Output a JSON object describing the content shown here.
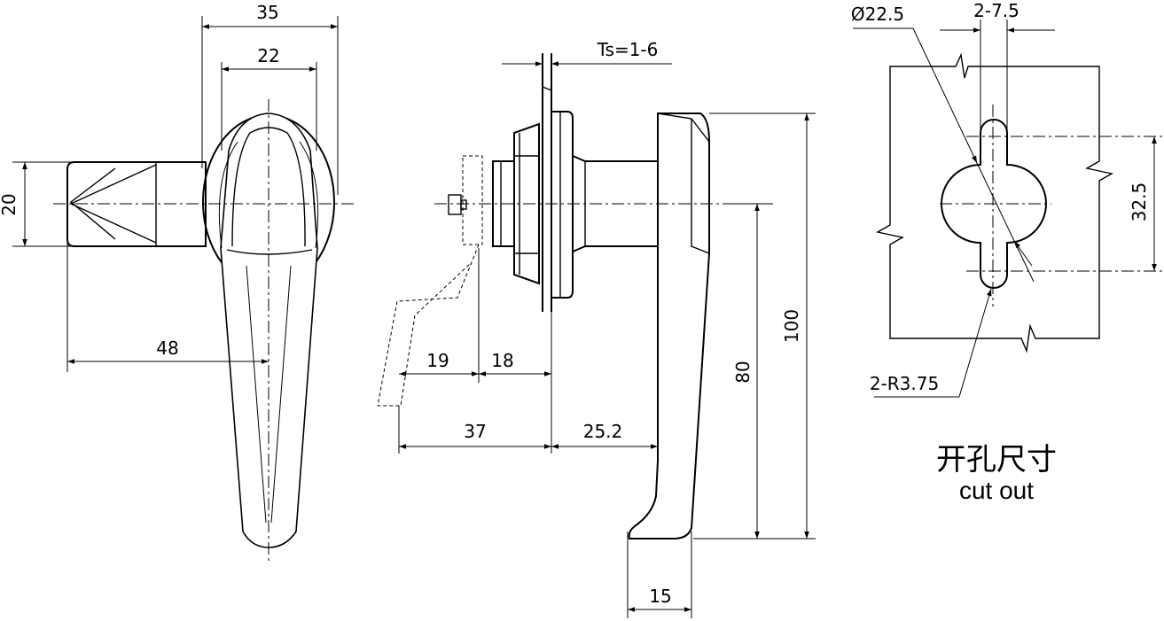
{
  "views": {
    "front": {
      "dim_width_outer": "35",
      "dim_width_inner": "22",
      "dim_height": "20",
      "dim_reach": "48"
    },
    "side": {
      "dim_ts": "Ts=1-6",
      "dim_19": "19",
      "dim_18": "18",
      "dim_37": "37",
      "dim_25_2": "25.2",
      "dim_100": "100",
      "dim_80": "80",
      "dim_15": "15"
    },
    "cutout": {
      "dim_diameter": "Ø22.5",
      "dim_slot_width": "2-7.5",
      "dim_slot_span": "32.5",
      "dim_radius": "2-R3.75",
      "caption_cn": "开孔尺寸",
      "caption_en": "cut out"
    }
  }
}
